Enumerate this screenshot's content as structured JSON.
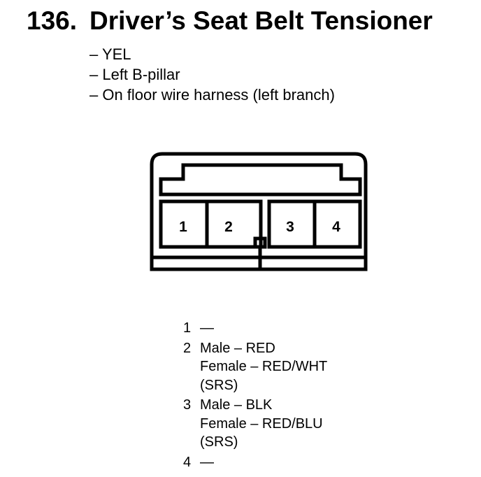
{
  "title": {
    "number": "136.",
    "text": "Driver’s Seat Belt Tensioner"
  },
  "info": [
    "– YEL",
    "– Left B-pillar",
    "– On floor wire harness (left branch)"
  ],
  "connector": {
    "pins": [
      "1",
      "2",
      "3",
      "4"
    ]
  },
  "pinouts": [
    {
      "num": "1",
      "lines": [
        "—"
      ]
    },
    {
      "num": "2",
      "lines": [
        "Male – RED",
        "Female – RED/WHT",
        "(SRS)"
      ]
    },
    {
      "num": "3",
      "lines": [
        "Male – BLK",
        "Female – RED/BLU",
        "(SRS)"
      ]
    },
    {
      "num": "4",
      "lines": [
        "—"
      ]
    }
  ]
}
